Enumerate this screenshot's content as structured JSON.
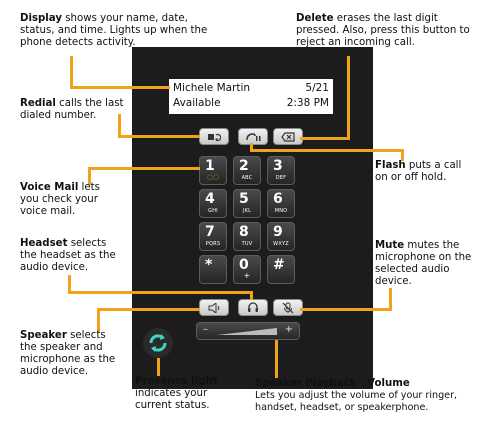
{
  "screen": {
    "name": "Michele Martin",
    "date": "5/21",
    "status": "Available",
    "time": "2:38 PM"
  },
  "keys": [
    {
      "digit": "1",
      "sub": "◌◌"
    },
    {
      "digit": "2",
      "sub": "ABC"
    },
    {
      "digit": "3",
      "sub": "DEF"
    },
    {
      "digit": "4",
      "sub": "GHI"
    },
    {
      "digit": "5",
      "sub": "JKL"
    },
    {
      "digit": "6",
      "sub": "MNO"
    },
    {
      "digit": "7",
      "sub": "PQRS"
    },
    {
      "digit": "8",
      "sub": "TUV"
    },
    {
      "digit": "9",
      "sub": "WXYZ"
    },
    {
      "digit": "*",
      "sub": ""
    },
    {
      "digit": "0",
      "sub": "+"
    },
    {
      "digit": "#",
      "sub": ""
    }
  ],
  "volume": {
    "minus": "–",
    "plus": "+"
  },
  "callouts": {
    "display": {
      "title": "Display",
      "text": " shows your name, date, status, and time. Lights up when the phone detects activity."
    },
    "delete": {
      "title": "Delete",
      "text": " erases the last digit pressed. Also, press this button to reject an incoming call."
    },
    "redial": {
      "title": "Redial",
      "text": " calls the last dialed number."
    },
    "flash": {
      "title": "Flash",
      "text": " puts a call on or off hold."
    },
    "voicemail": {
      "title": "Voice Mail",
      "text": " lets you check your voice mail."
    },
    "headset": {
      "title": "Headset",
      "text": " selects the headset as the audio device."
    },
    "mute": {
      "title": "Mute",
      "text": " mutes the microphone on the selected audio device."
    },
    "speaker": {
      "title": "Speaker",
      "text": " selects the speaker and microphone as the audio device."
    },
    "presence": {
      "title": "Presence light",
      "text": "indicates your current status."
    },
    "volume": {
      "title": "Speaker Playback   Volume",
      "text": "Lets you adjust the volume of your ringer, handset, headset, or speakerphone."
    }
  },
  "colors": {
    "accent": "#f0a21a",
    "presence": "#3fd6c8",
    "phone": "#1c1c1c"
  }
}
